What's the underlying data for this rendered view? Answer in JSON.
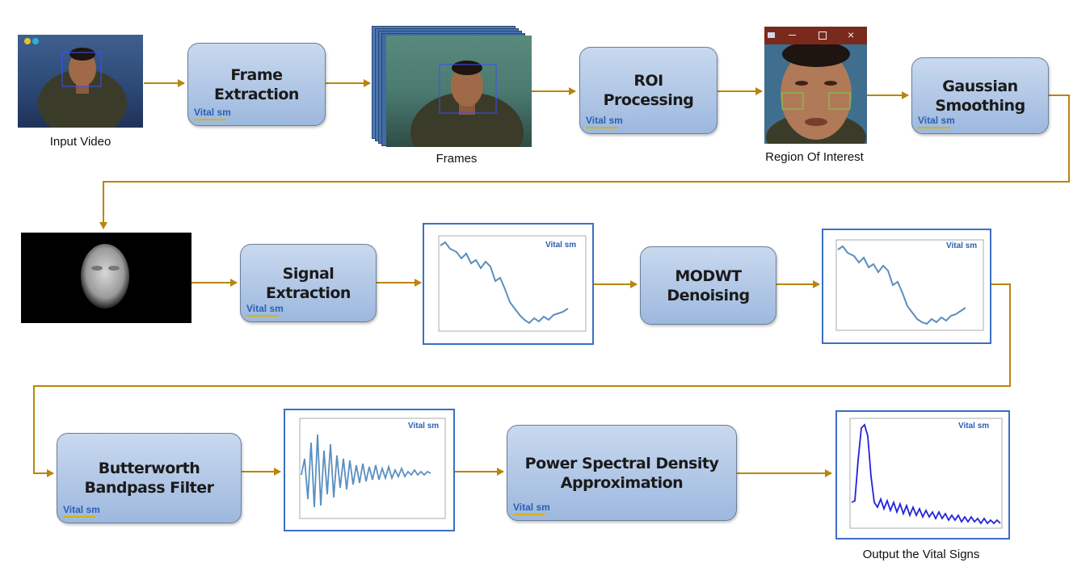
{
  "steps": {
    "frame_extraction": "Frame\nExtraction",
    "roi_processing": "ROI\nProcessing",
    "gaussian_smoothing": "Gaussian\nSmoothing",
    "signal_extraction": "Signal\nExtraction",
    "modwt_denoising": "MODWT\nDenoising",
    "butterworth": "Butterworth\nBandpass Filter",
    "psd": "Power Spectral Density\nApproximation"
  },
  "captions": {
    "input_video": "Input Video",
    "frames": "Frames",
    "roi": "Region Of Interest",
    "output": "Output the Vital Signs"
  },
  "logo_text": "Vital sm",
  "colors": {
    "arrow": "#b8860b",
    "box_top": "#c9d9ef",
    "box_bottom": "#9db8de",
    "plot_border": "#3b6fc4",
    "signal": "#5b8fc0",
    "psd_line": "#2222dd"
  }
}
